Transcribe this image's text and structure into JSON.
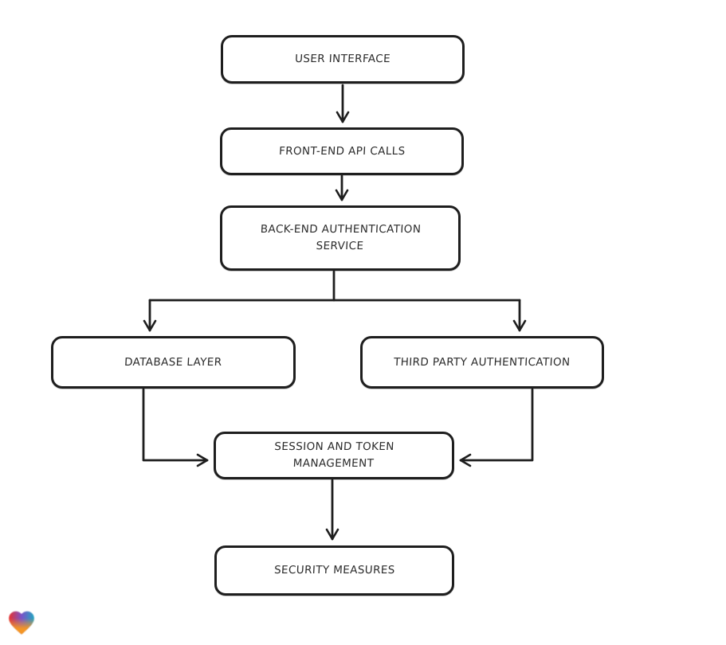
{
  "diagram": {
    "title": "",
    "nodes": {
      "user_interface": {
        "label": "USER INTERFACE"
      },
      "front_end_api_calls": {
        "label": "FRONT-END API CALLS"
      },
      "back_end_authentication_service": {
        "label": "BACK-END AUTHENTICATION SERVICE"
      },
      "database_layer": {
        "label": "DATABASE LAYER"
      },
      "third_party_authentication": {
        "label": "THIRD PARTY AUTHENTICATION"
      },
      "session_and_token_management": {
        "label": "SESSION AND TOKEN MANAGEMENT"
      },
      "security_measures": {
        "label": "SECURITY MEASURES"
      }
    },
    "edges": [
      {
        "from": "user_interface",
        "to": "front_end_api_calls"
      },
      {
        "from": "front_end_api_calls",
        "to": "back_end_authentication_service"
      },
      {
        "from": "back_end_authentication_service",
        "to": "database_layer"
      },
      {
        "from": "back_end_authentication_service",
        "to": "third_party_authentication"
      },
      {
        "from": "database_layer",
        "to": "session_and_token_management"
      },
      {
        "from": "third_party_authentication",
        "to": "session_and_token_management"
      },
      {
        "from": "session_and_token_management",
        "to": "security_measures"
      }
    ],
    "style": {
      "stroke_color": "#1e1e1e",
      "node_fill": "#ffffff",
      "background": "#ffffff",
      "text_color": "#2b2b2b"
    }
  },
  "branding": {
    "logo": "heart-logo",
    "logo_colors": {
      "left_lobe": "#e8312e",
      "blend": "#7a52c9",
      "right_lobe": "#21a6c0",
      "bottom": "#f49625"
    }
  }
}
